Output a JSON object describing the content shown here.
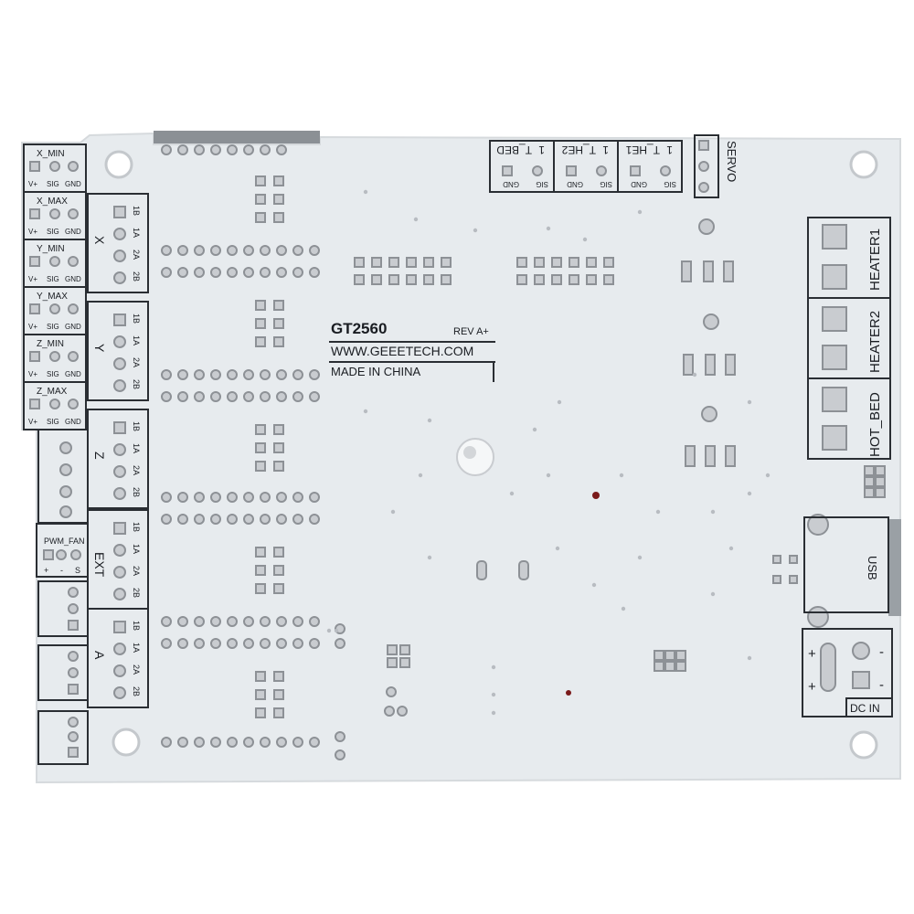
{
  "board": {
    "model": "GT2560",
    "revision": "REV A+",
    "website": "WWW.GEEETECH.COM",
    "origin": "MADE IN CHINA",
    "colors": {
      "pcb": "#e7ebee",
      "silkscreen": "#2a2e33",
      "pad": "#c9ccd0",
      "background": "#ffffff"
    }
  },
  "endstops": [
    {
      "name": "X_MIN",
      "pins": [
        "V+",
        "SIG",
        "GND"
      ]
    },
    {
      "name": "X_MAX",
      "pins": [
        "V+",
        "SIG",
        "GND"
      ]
    },
    {
      "name": "Y_MIN",
      "pins": [
        "V+",
        "SIG",
        "GND"
      ]
    },
    {
      "name": "Y_MAX",
      "pins": [
        "V+",
        "SIG",
        "GND"
      ]
    },
    {
      "name": "Z_MIN",
      "pins": [
        "V+",
        "SIG",
        "GND"
      ]
    },
    {
      "name": "Z_MAX",
      "pins": [
        "V+",
        "SIG",
        "GND"
      ]
    }
  ],
  "motors": [
    {
      "name": "X",
      "pins": [
        "1B",
        "1A",
        "2A",
        "2B"
      ]
    },
    {
      "name": "Y",
      "pins": [
        "1B",
        "1A",
        "2A",
        "2B"
      ]
    },
    {
      "name": "Z",
      "pins": [
        "1B",
        "1A",
        "2A",
        "2B"
      ]
    },
    {
      "name": "EXT",
      "pins": [
        "1B",
        "1A",
        "2A",
        "2B"
      ]
    },
    {
      "name": "A",
      "pins": [
        "1B",
        "1A",
        "2A",
        "2B"
      ]
    }
  ],
  "pwm_fan": {
    "label": "PWM_FAN",
    "pins": [
      "+",
      "-",
      "S"
    ]
  },
  "thermistors": [
    {
      "name": "T_BED",
      "num": "1",
      "pins": [
        "GND",
        "SIG"
      ]
    },
    {
      "name": "T_HE2",
      "num": "1",
      "pins": [
        "GND",
        "SIG"
      ]
    },
    {
      "name": "T_HE1",
      "num": "1",
      "pins": [
        "GND",
        "SIG"
      ]
    }
  ],
  "servo": {
    "label": "SERVO"
  },
  "outputs": {
    "heater1": "HEATER1",
    "heater2": "HEATER2",
    "hot_bed": "HOT_BED"
  },
  "usb": {
    "label": "USB"
  },
  "dc_in": {
    "label": "DC IN",
    "plus": "+",
    "minus": "-"
  }
}
